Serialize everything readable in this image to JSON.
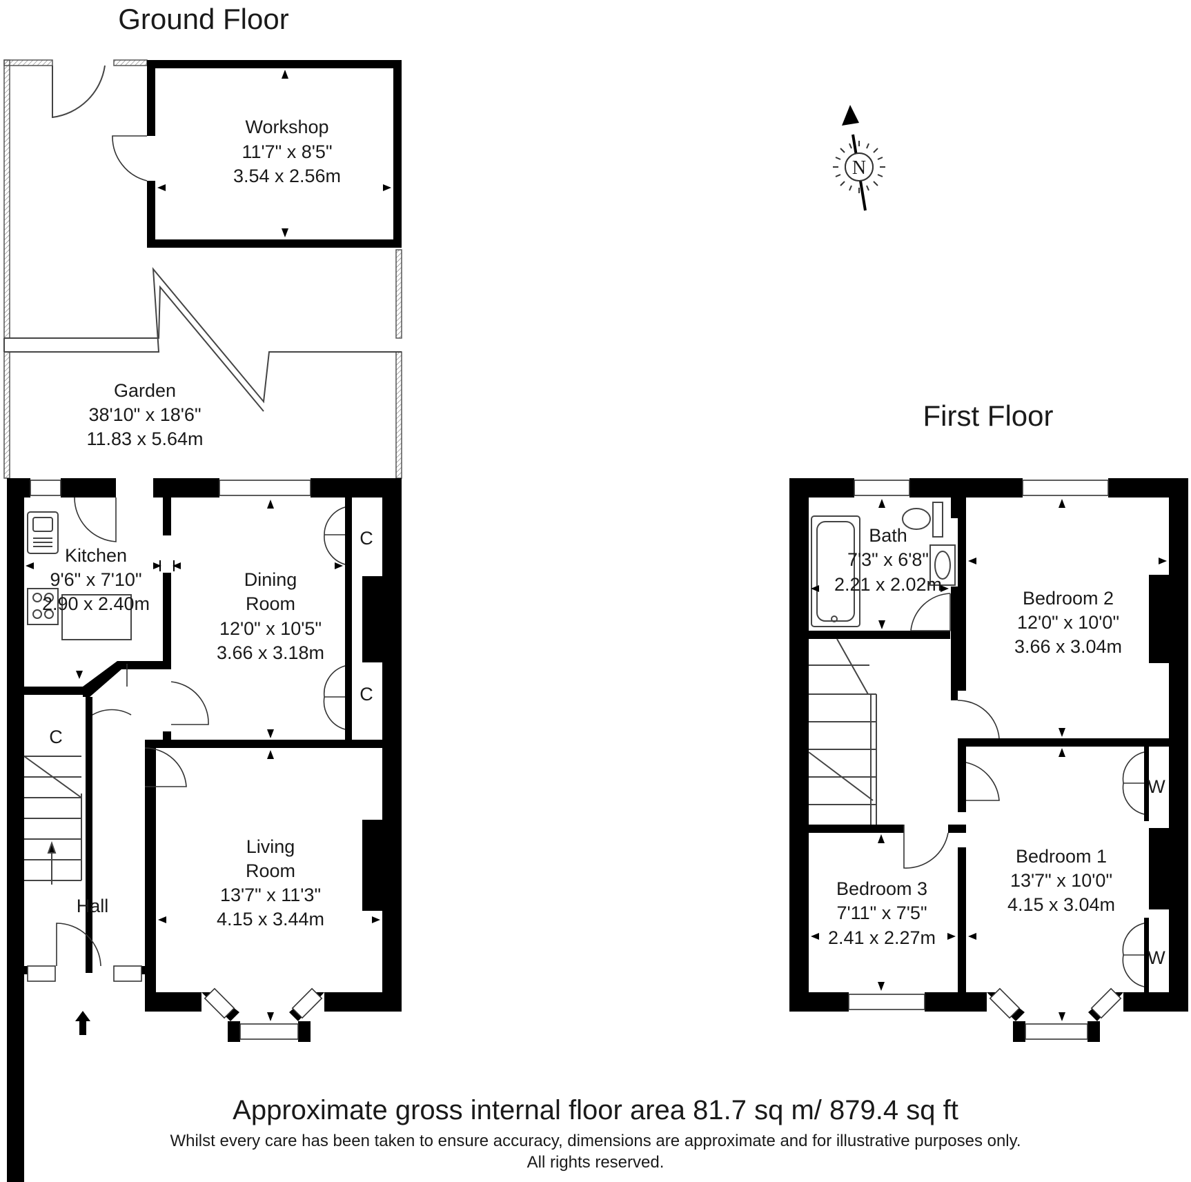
{
  "titles": {
    "ground": "Ground Floor",
    "first": "First Floor"
  },
  "rooms": {
    "workshop": {
      "name": "Workshop",
      "imperial": "11'7\" x 8'5\"",
      "metric": "3.54 x 2.56m"
    },
    "garden": {
      "name": "Garden",
      "imperial": "38'10\" x 18'6\"",
      "metric": "11.83 x 5.64m"
    },
    "kitchen": {
      "name": "Kitchen",
      "imperial": "9'6\" x 7'10\"",
      "metric": "2.90 x 2.40m"
    },
    "dining": {
      "name1": "Dining",
      "name2": "Room",
      "imperial": "12'0\" x 10'5\"",
      "metric": "3.66 x 3.18m"
    },
    "living": {
      "name1": "Living",
      "name2": "Room",
      "imperial": "13'7\" x 11'3\"",
      "metric": "4.15 x 3.44m"
    },
    "hall": {
      "name": "Hall"
    },
    "bath": {
      "name": "Bath",
      "imperial": "7'3\" x 6'8\"",
      "metric": "2.21 x 2.02m"
    },
    "bedroom2": {
      "name": "Bedroom 2",
      "imperial": "12'0\" x 10'0\"",
      "metric": "3.66 x 3.04m"
    },
    "bedroom1": {
      "name": "Bedroom 1",
      "imperial": "13'7\" x 10'0\"",
      "metric": "4.15 x 3.04m"
    },
    "bedroom3": {
      "name": "Bedroom 3",
      "imperial": "7'11\" x 7'5\"",
      "metric": "2.41 x 2.27m"
    }
  },
  "cupboards": {
    "c": "C",
    "w": "W"
  },
  "compass": {
    "letter": "N"
  },
  "footer": {
    "area": "Approximate gross internal floor area 81.7 sq m/ 879.4 sq ft",
    "disclaimer": "Whilst every care has been taken to ensure accuracy, dimensions are approximate and for illustrative purposes only.",
    "rights": "All rights reserved."
  }
}
